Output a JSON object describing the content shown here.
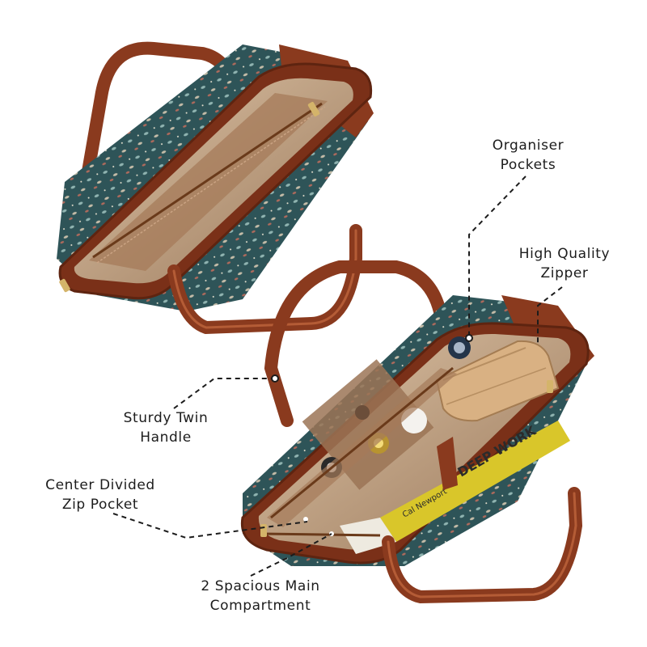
{
  "labels": {
    "organiser_pockets": [
      "Organiser",
      "Pockets"
    ],
    "high_quality_zipper": [
      "High Quality",
      "Zipper"
    ],
    "sturdy_twin_handle": [
      "Sturdy Twin",
      "Handle"
    ],
    "center_divided_zip_pocket": [
      "Center Divided",
      "Zip Pocket"
    ],
    "spacious_main_compartment": [
      "2 Spacious Main",
      "Compartment"
    ]
  },
  "book_cover_text": [
    "DEEP WORK",
    "Cal Newport"
  ],
  "colors": {
    "leather": "#8a3a1e",
    "leather_dark": "#5e2410",
    "fabric": "#2e5458",
    "lining": "#c9ad8f",
    "wallet": "#d9b183",
    "book": "#d9c62a"
  }
}
